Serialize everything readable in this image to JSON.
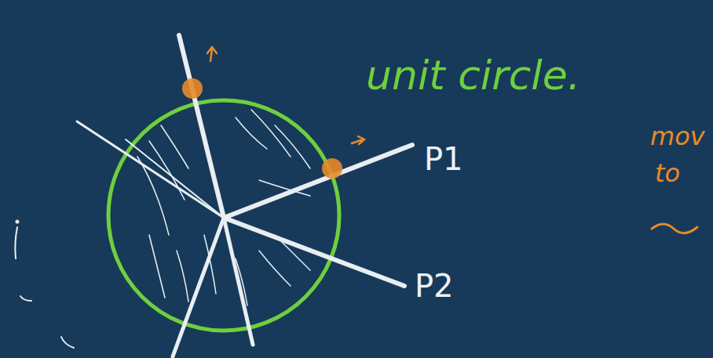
{
  "diagram": {
    "labels": [
      "unit circle.",
      "P1",
      "P2",
      "mov",
      "to"
    ]
  }
}
